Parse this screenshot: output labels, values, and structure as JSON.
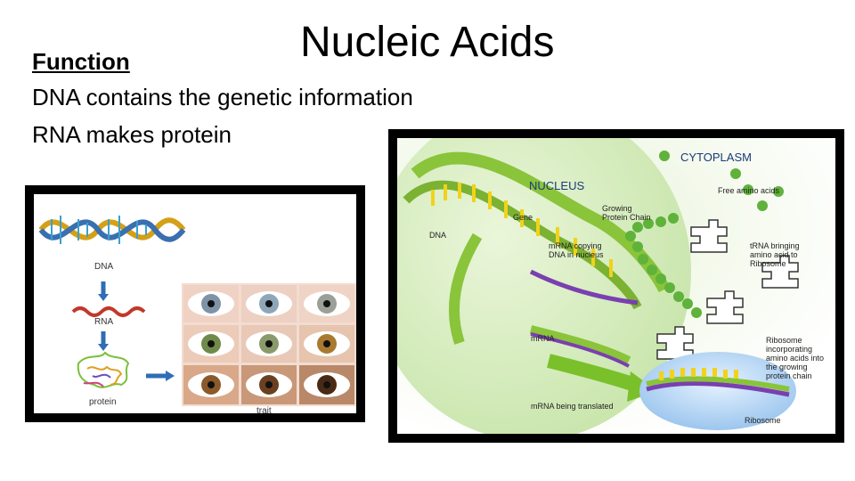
{
  "slide": {
    "title": "Nucleic Acids",
    "function_heading": "Function",
    "line1": "DNA contains the genetic information",
    "line2": "RNA makes protein"
  },
  "left_figure": {
    "dna_label": "DNA",
    "rna_label": "RNA",
    "protein_label": "protein",
    "trait_label": "trait"
  },
  "right_figure": {
    "cytoplasm": "CYTOPLASM",
    "nucleus": "NUCLEUS",
    "free_amino": "Free amino acids",
    "gene": "Gene",
    "growing_chain": "Growing\nProtein Chain",
    "dna": "DNA",
    "mrna_copying": "mRNA copying\nDNA in nucleus",
    "trna": "tRNA bringing\namino acid to\nRibosome",
    "mrna": "mRNA",
    "ribosome_incorp": "Ribosome\nincorporating\namino acids into\nthe growing\nprotein chain",
    "mrna_translated": "mRNA being translated",
    "ribosome": "Ribosome"
  }
}
